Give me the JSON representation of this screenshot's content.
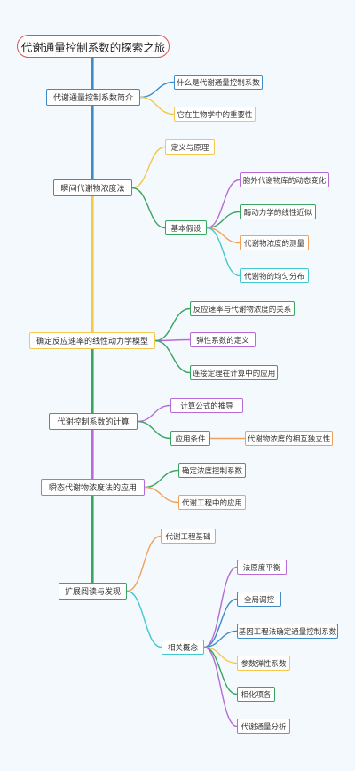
{
  "root": {
    "label": "代谢通量控制系数的探索之旅"
  },
  "colors": {
    "blue": "#3d8bc9",
    "yellow": "#f2c94c",
    "green": "#3aa55f",
    "purple": "#b86bd6",
    "orange": "#f2a15a",
    "cyan": "#3fcad0",
    "red": "#d9534f"
  },
  "sections": {
    "s1": {
      "label": "代谢通量控制系数简介",
      "children": {
        "c1": "什么是代谢通量控制系数",
        "c2": "它在生物学中的重要性"
      }
    },
    "s2": {
      "label": "瞬间代谢物浓度法",
      "children": {
        "c1": "定义与原理",
        "c2": {
          "label": "基本假设",
          "children": {
            "d1": "胞外代谢物库的动态变化",
            "d2": "酶动力学的线性近似",
            "d3": "代谢物浓度的测量",
            "d4": "代谢物的均匀分布"
          }
        }
      }
    },
    "s3": {
      "label": "确定反应速率的线性动力学模型",
      "children": {
        "c1": "反应速率与代谢物浓度的关系",
        "c2": "弹性系数的定义",
        "c3": "连接定理在计算中的应用"
      }
    },
    "s4": {
      "label": "代谢控制系数的计算",
      "children": {
        "c1": "计算公式的推导",
        "c2": {
          "label": "应用条件",
          "children": {
            "d1": "代谢物浓度的相互独立性"
          }
        }
      }
    },
    "s5": {
      "label": "瞬态代谢物浓度法的应用",
      "children": {
        "c1": "确定浓度控制系数",
        "c2": "代谢工程中的应用"
      }
    },
    "s6": {
      "label": "扩展阅读与发现",
      "children": {
        "c1": "代谢工程基础",
        "c2": {
          "label": "相关概念",
          "children": {
            "d1": "法原度平衡",
            "d2": "全局调控",
            "d3": "基因工程法确定通量控制系数",
            "d4": "参数弹性系数",
            "d5": "相化项各",
            "d6": "代谢通量分析"
          }
        }
      }
    }
  }
}
